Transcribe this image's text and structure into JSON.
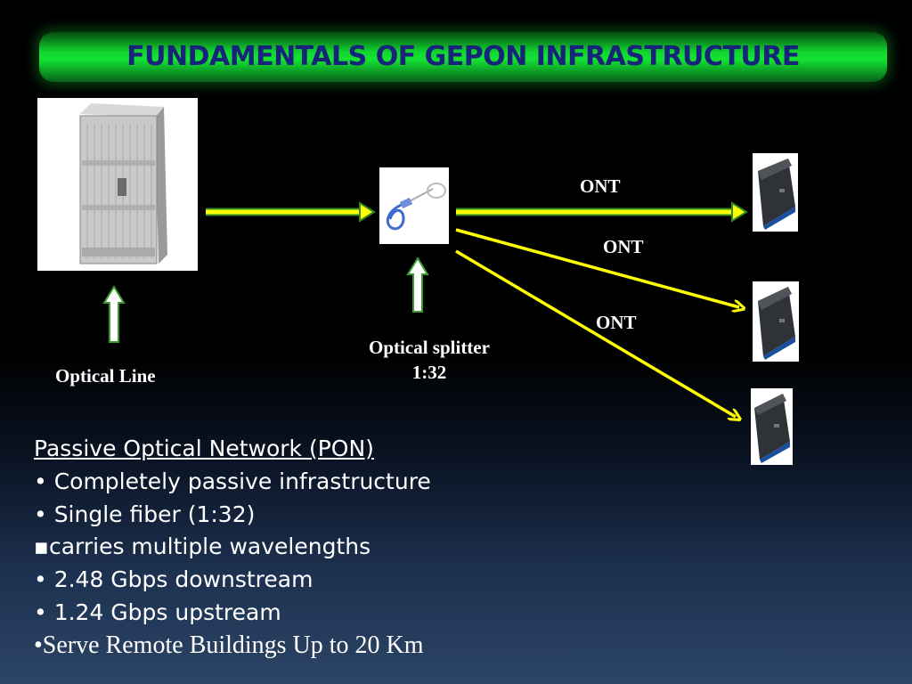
{
  "slide": {
    "title": "FUNDAMENTALS OF GEPON INFRASTRUCTURE"
  },
  "diagram": {
    "labels": {
      "ont_1": "ONT",
      "ont_2": "ONT",
      "ont_3": "ONT",
      "olt": "Optical Line",
      "splitter_line1": "Optical splitter",
      "splitter_line2": "1:32"
    },
    "colors": {
      "arrow_fill": "#ffff00",
      "arrow_outline": "#2f8a2a",
      "green_arrow_fill": "#ffffff",
      "green_arrow_outline": "#3a9a30",
      "title_text": "#18237a",
      "title_bar": "#14e333"
    },
    "icons": [
      "olt-rack-icon",
      "optical-splitter-icon",
      "ont-device-icon"
    ]
  },
  "body": {
    "heading": "Passive Optical Network (PON)",
    "bullets": [
      "• Completely passive infrastructure",
      "• Single fiber (1:32)",
      "▪carries multiple wavelengths",
      "• 2.48 Gbps downstream",
      "• 1.24 Gbps upstream",
      "•Serve Remote Buildings Up to 20 Km"
    ]
  }
}
